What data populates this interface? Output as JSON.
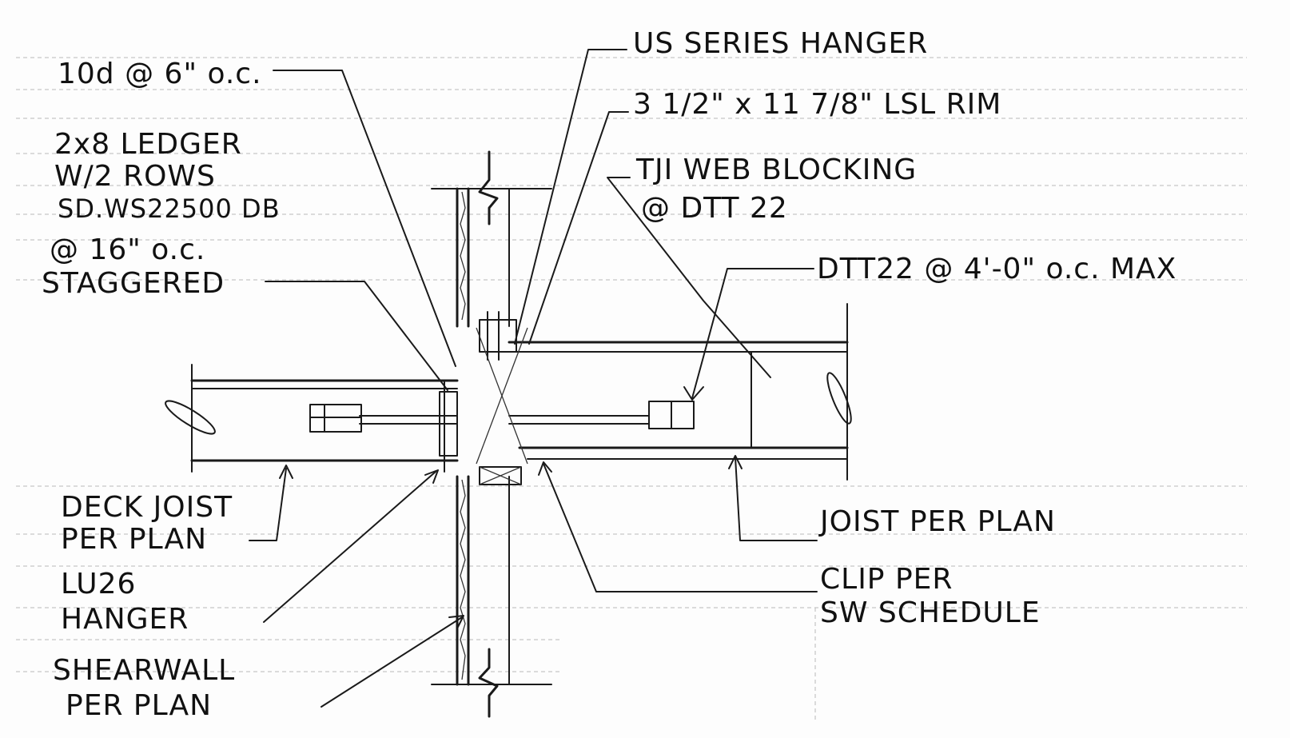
{
  "notes": {
    "nailing": "10d @ 6\" o.c.",
    "ledger": [
      "2x8 LEDGER",
      "W/2 ROWS",
      "SD.WS22500 DB",
      "@ 16\" o.c.",
      "STAGGERED"
    ],
    "us_hanger": "US SERIES HANGER",
    "lsl_rim": "3 1/2\" x 11 7/8\" LSL RIM",
    "tji_blocking": [
      "TJI WEB BLOCKING",
      "@ DTT 22"
    ],
    "dtt22": "DTT22 @ 4'-0\" o.c. MAX",
    "deck_joist": [
      "DECK JOIST",
      "PER PLAN"
    ],
    "joist": "JOIST PER PLAN",
    "lu26": [
      "LU26",
      "HANGER"
    ],
    "clip": [
      "CLIP PER",
      "SW SCHEDULE"
    ],
    "shearwall": [
      "SHEARWALL",
      "PER PLAN"
    ]
  }
}
